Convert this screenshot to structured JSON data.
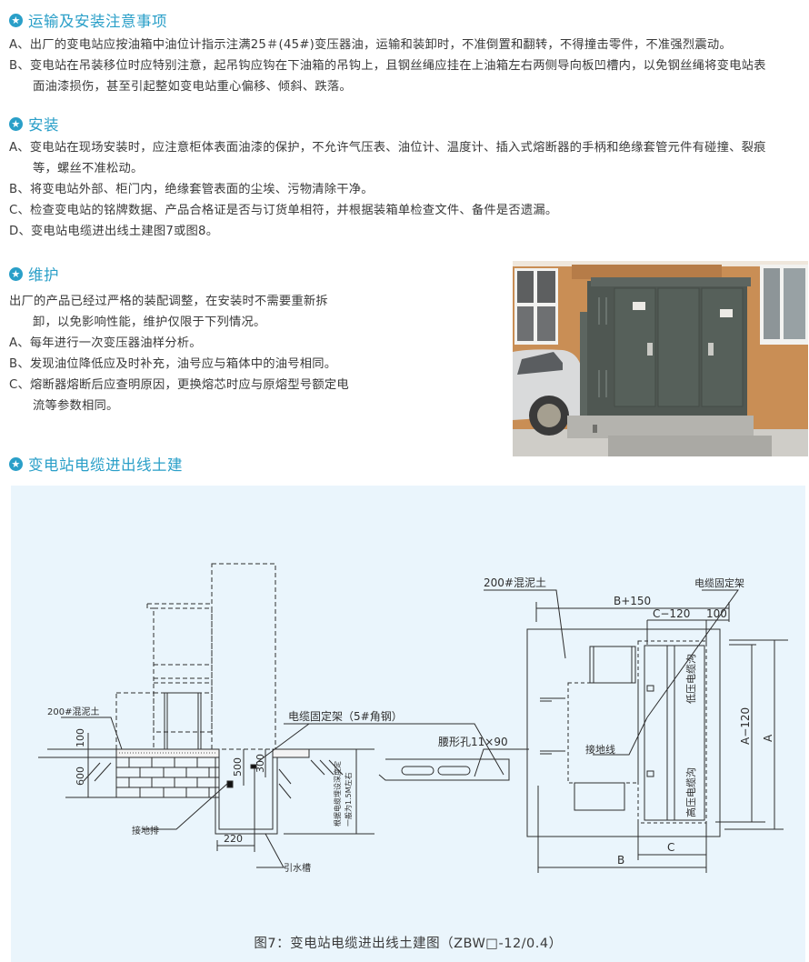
{
  "sections": {
    "transport": {
      "title": "运输及安装注意事项",
      "items": [
        {
          "line1": "A、出厂的变电站应按油箱中油位计指示注满25＃(45#)变压器油，运输和装卸时，不准倒置和翻转，不得撞击零件，不准强烈震动。"
        },
        {
          "line1": "B、变电站在吊装移位时应特别注意，起吊钩应钩在下油箱的吊钩上，且钢丝绳应挂在上油箱左右两侧导向板凹槽内，以免钢丝绳将变电站表",
          "line2": "面油漆损伤，甚至引起整如变电站重心偏移、倾斜、跌落。"
        }
      ]
    },
    "install": {
      "title": "安装",
      "items": [
        {
          "line1": "A、变电站在现场安装时，应注意柜体表面油漆的保护，不允许气压表、油位计、温度计、插入式熔断器的手柄和绝缘套管元件有碰撞、裂痕",
          "line2": "等，螺丝不准松动。"
        },
        {
          "line1": "B、将变电站外部、柜门内，绝缘套管表面的尘埃、污物清除干净。"
        },
        {
          "line1": "C、检查变电站的铭牌数据、产品合格证是否与订货单相符，并根据装箱单检查文件、备件是否遗漏。"
        },
        {
          "line1": "D、变电站电缆进出线土建图7或图8。"
        }
      ]
    },
    "maintenance": {
      "title": "维护",
      "intro_line1": "出厂的产品已经过严格的装配调整，在安装时不需要重新拆",
      "intro_line2": "卸，以免影响性能，维护仅限于下列情况。",
      "items": [
        {
          "line1": "A、每年进行一次变压器油样分析。"
        },
        {
          "line1": "B、发现油位降低应及时补充，油号应与箱体中的油号相同。"
        },
        {
          "line1": "C、熔断器熔断后应查明原因，更换熔芯时应与原熔型号额定电",
          "line2": "流等参数相同。"
        }
      ]
    },
    "civil": {
      "title": "变电站电缆进出线土建"
    }
  },
  "photo": {
    "alt": "箱式变电站现场安装照片",
    "colors": {
      "cabinet": "#4f5752",
      "wall": "#c98e55",
      "base": "#b9b9b4"
    }
  },
  "diagram": {
    "caption": "图7：变电站电缆进出线土建图（ZBW□-12/0.4）",
    "left_view": {
      "labels": {
        "concrete": "200#混泥土",
        "grounding_bar": "接地排",
        "cable_bracket": "电缆固定架（5#角钢）",
        "slot_hole": "腰形孔11×90",
        "drain": "引水槽",
        "depth_note_1": "根据电缆埋设深度定",
        "depth_note_2": "一般为1.5M左右"
      },
      "dims": {
        "d100": "100",
        "d600": "600",
        "d500": "500",
        "d300": "300",
        "d220": "220"
      }
    },
    "plan_view": {
      "labels": {
        "concrete": "200#混泥土",
        "cable_bracket": "电缆固定架",
        "lv_trench": "低压电缆沟",
        "hv_trench": "高压电缆沟",
        "ground_wire": "接地线"
      },
      "dims": {
        "b150": "B+150",
        "c120": "C−120",
        "d100": "100",
        "a120": "A−120",
        "a": "A",
        "b": "B",
        "c": "C"
      }
    }
  },
  "colors": {
    "accent": "#2a9fc8",
    "panel_bg": "#eaf5fc",
    "text": "#3a3a3a"
  }
}
